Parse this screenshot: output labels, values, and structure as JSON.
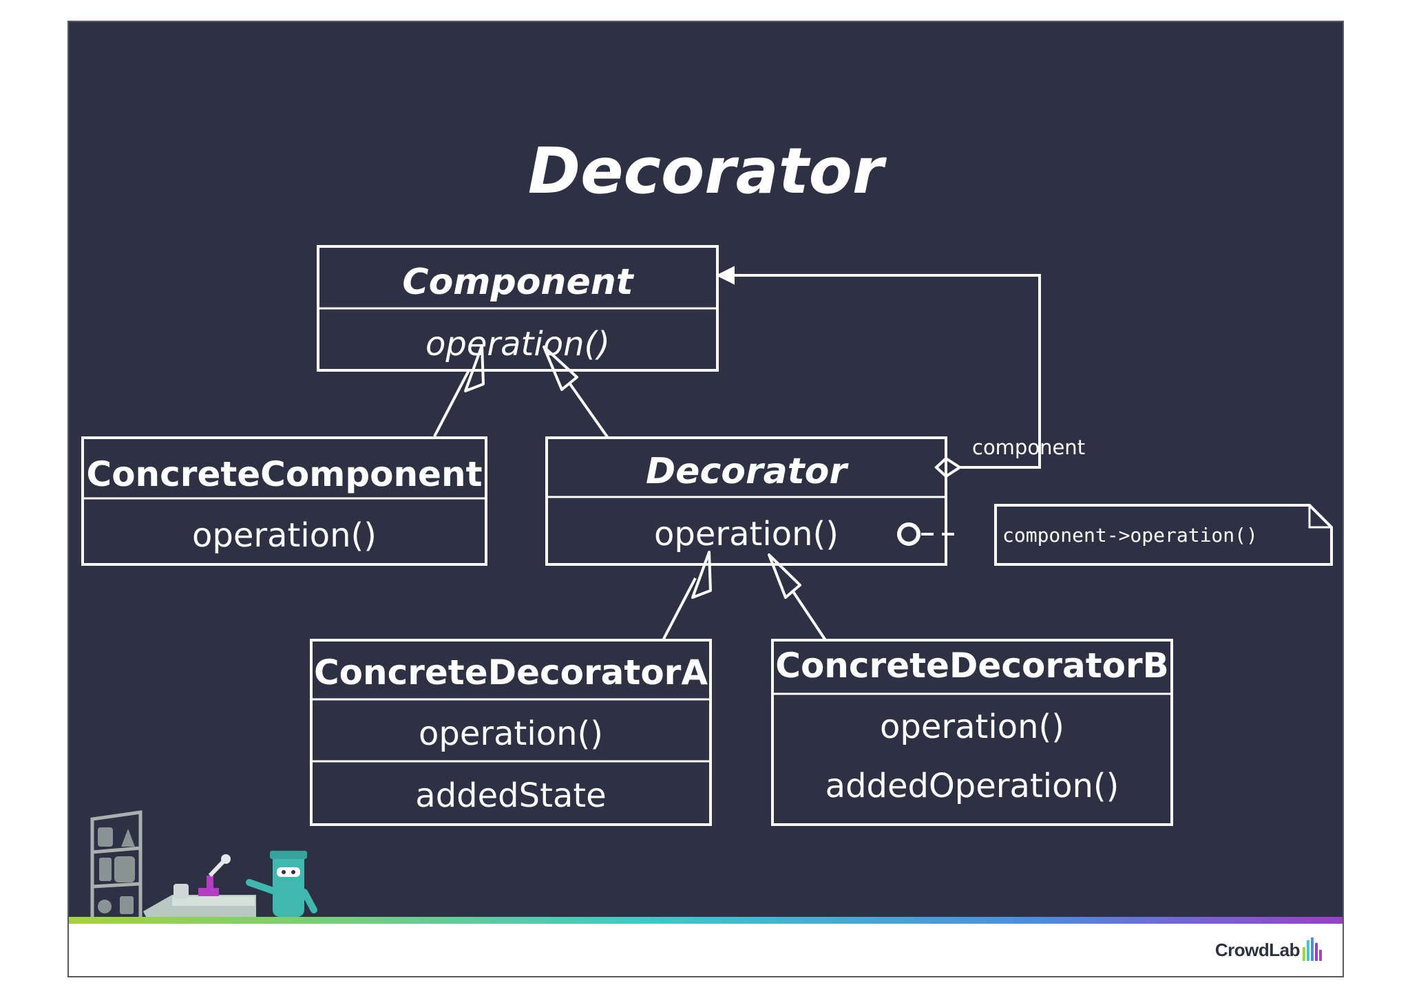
{
  "title": "Decorator",
  "classes": {
    "component": {
      "name": "Component",
      "op": "operation()"
    },
    "concrete_component": {
      "name": "ConcreteComponent",
      "op": "operation()"
    },
    "decorator": {
      "name": "Decorator",
      "op": "operation()"
    },
    "concrete_decorator_a": {
      "name": "ConcreteDecoratorA",
      "op": "operation()",
      "state": "addedState"
    },
    "concrete_decorator_b": {
      "name": "ConcreteDecoratorB",
      "op": "operation()",
      "op2": "addedOperation()"
    }
  },
  "association_role": "component",
  "note": "component->operation()",
  "logo": "CrowdLab",
  "colors": {
    "board": "#2e3143",
    "ink": "#ffffff",
    "mascot": "#3fb8b0",
    "accent": "#b53dc4"
  }
}
